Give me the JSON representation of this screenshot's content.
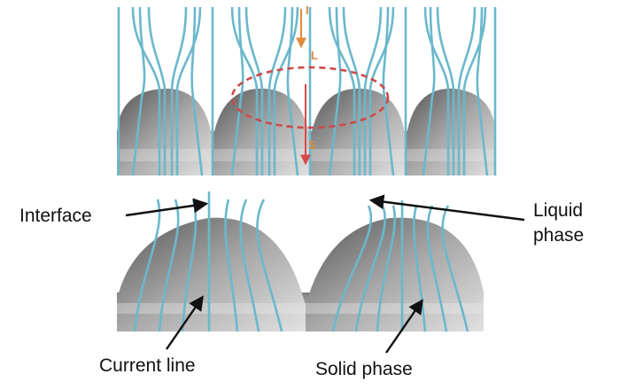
{
  "labels": {
    "interface": "Interface",
    "liquid_line1": "Liquid",
    "liquid_line2": "phase",
    "current_line": "Current line",
    "solid_phase": "Solid phase",
    "top_marker": "I",
    "liquid_marker": "L",
    "solid_marker": "S"
  },
  "colors": {
    "current_line": "#6bb8cc",
    "marker_orange": "#e08a3a",
    "marker_red": "#d94848",
    "ellipse": "#cc4a4a",
    "solid_dark": "#6a6a6a",
    "solid_light": "#c8c8c8"
  }
}
